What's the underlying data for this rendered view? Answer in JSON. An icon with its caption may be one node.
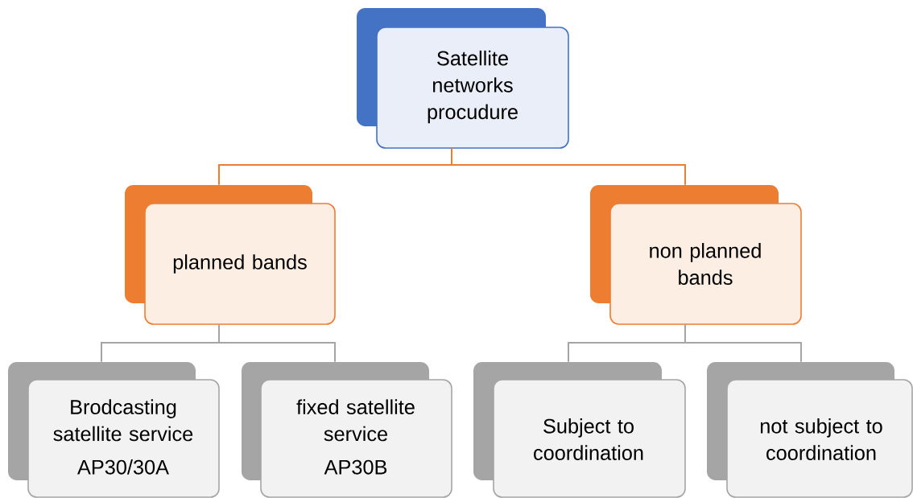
{
  "diagram": {
    "nodes": [
      {
        "text": [
          "Satellite networks procudure"
        ]
      },
      {
        "text": [
          "planned bands"
        ]
      },
      {
        "text": [
          "non planned bands"
        ]
      },
      {
        "text": [
          "Brodcasting satellite service",
          "AP30/30A"
        ]
      },
      {
        "text": [
          "fixed satellite service",
          "AP30B"
        ]
      },
      {
        "text": [
          "Subject to coordination"
        ]
      },
      {
        "text": [
          "not subject to coordination"
        ]
      }
    ],
    "edges": [
      {
        "from": 0,
        "to": 1,
        "arrow": "none",
        "color": "#ed7d31"
      },
      {
        "from": 0,
        "to": 2,
        "arrow": "none",
        "color": "#ed7d31"
      },
      {
        "from": 1,
        "to": 3,
        "arrow": "none"
      },
      {
        "from": 1,
        "to": 4,
        "arrow": "none"
      },
      {
        "from": 2,
        "to": 5,
        "arrow": "none"
      },
      {
        "from": 2,
        "to": 6,
        "arrow": "none"
      }
    ]
  }
}
